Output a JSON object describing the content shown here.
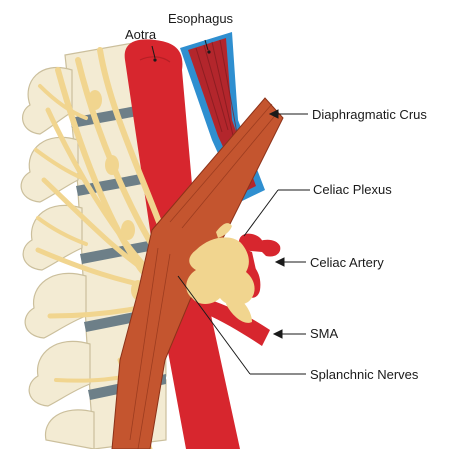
{
  "labels": {
    "aorta": "Aotra",
    "esophagus": "Esophagus",
    "diaphragmatic_crus": "Diaphragmatic Crus",
    "celiac_plexus": "Celiac Plexus",
    "celiac_artery": "Celiac Artery",
    "sma": "SMA",
    "splanchnic_nerves": "Splanchnic Nerves"
  },
  "colors": {
    "aorta_red": "#d7262e",
    "esophagus_muscle": "#b3262c",
    "esophagus_blue": "#2f8fd0",
    "crus_brown": "#c4552f",
    "nerve_yellow": "#f1d58f",
    "vertebra_cream": "#f3ebd3",
    "disc_gray": "#6d7f88"
  }
}
